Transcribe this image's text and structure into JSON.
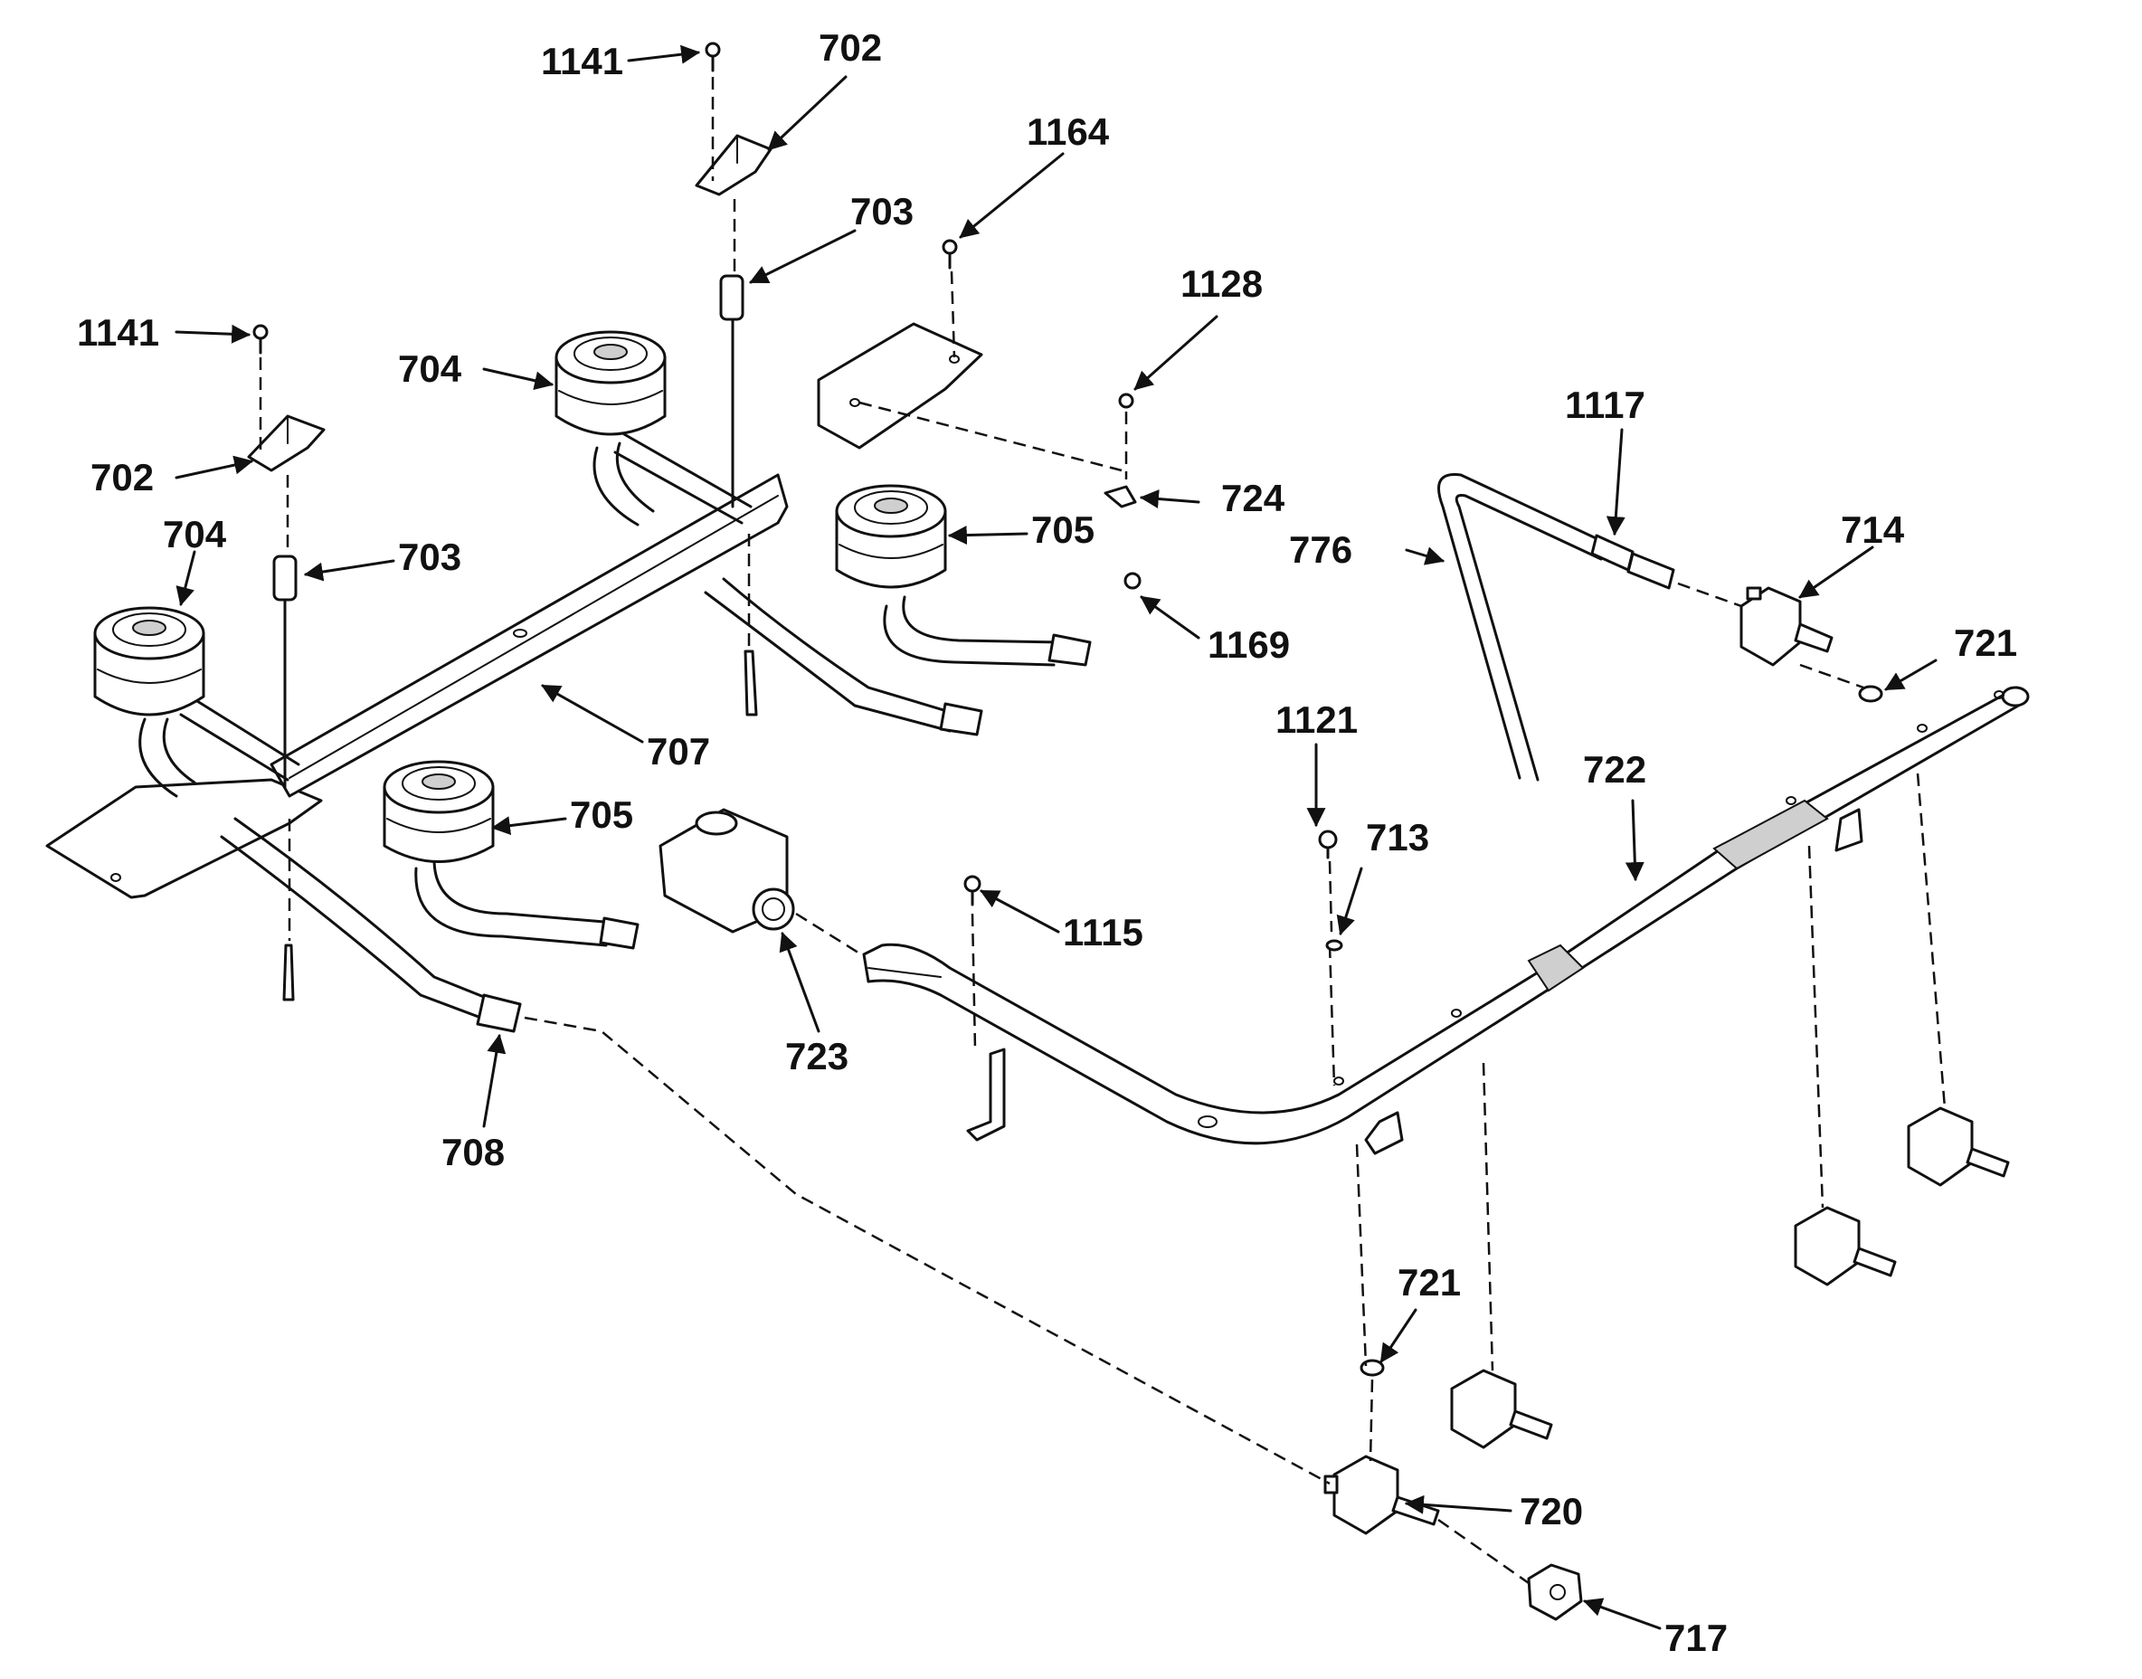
{
  "diagram": {
    "labels": {
      "l1141a": "1141",
      "l702a": "702",
      "l1164": "1164",
      "l703a": "703",
      "l1128": "1128",
      "l1141b": "1141",
      "l704a": "704",
      "l702b": "702",
      "l724": "724",
      "l1117": "1117",
      "l776": "776",
      "l714": "714",
      "l704b": "704",
      "l703b": "703",
      "l705a": "705",
      "l1169": "1169",
      "l721a": "721",
      "l1121": "1121",
      "l707": "707",
      "l722": "722",
      "l705b": "705",
      "l713": "713",
      "l1115": "1115",
      "l723": "723",
      "l708": "708",
      "l721b": "721",
      "l720": "720",
      "l717": "717"
    }
  }
}
